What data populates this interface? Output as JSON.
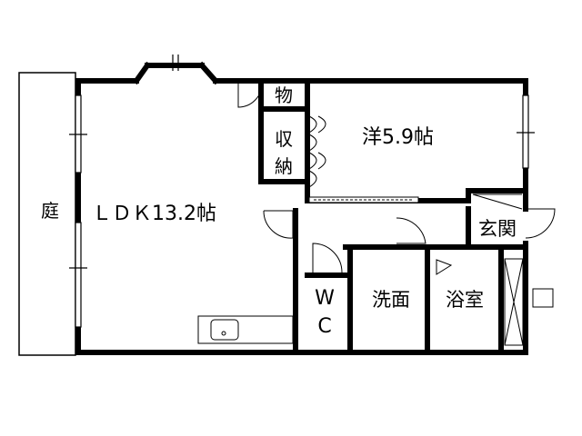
{
  "rooms": {
    "garden": "庭",
    "ldk": "ＬＤＫ13.2帖",
    "western": "洋5.9帖",
    "storage_small": "物",
    "closet_top": "収",
    "closet_bottom": "納",
    "entrance": "玄関",
    "wc_top": "W",
    "wc_bottom": "C",
    "washroom": "洗面",
    "bathroom": "浴室"
  }
}
